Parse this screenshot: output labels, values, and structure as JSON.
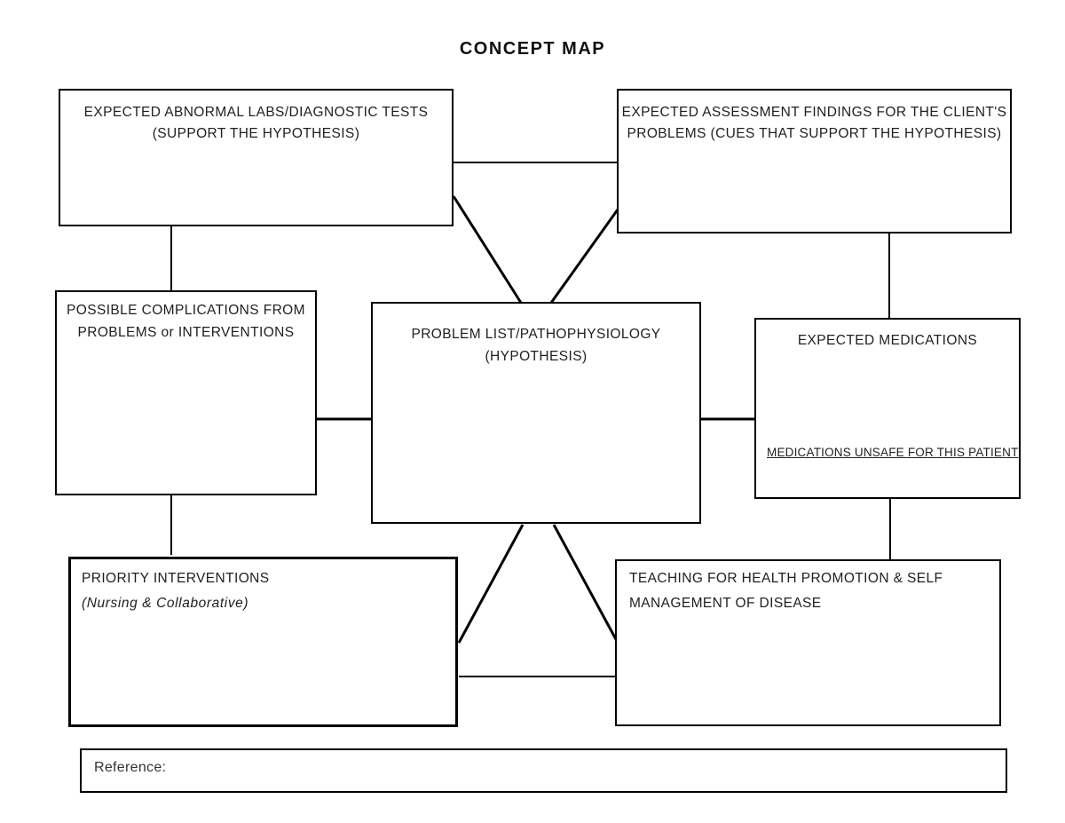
{
  "title": "CONCEPT MAP",
  "boxes": {
    "expected_labs": {
      "line1": "EXPECTED ABNORMAL LABS/DIAGNOSTIC TESTS",
      "line2": "(SUPPORT THE HYPOTHESIS)"
    },
    "assessment_findings": {
      "line1": "EXPECTED ASSESSMENT FINDINGS FOR THE CLIENT'S",
      "line2": "PROBLEMS (CUES THAT SUPPORT THE HYPOTHESIS)"
    },
    "complications": {
      "line1": "POSSIBLE COMPLICATIONS FROM",
      "line2": "PROBLEMS or INTERVENTIONS"
    },
    "problem_list": {
      "line1": "PROBLEM LIST/PATHOPHYSIOLOGY",
      "line2": "(HYPOTHESIS)"
    },
    "medications": {
      "title": "EXPECTED MEDICATIONS",
      "unsafe_label": "MEDICATIONS UNSAFE FOR THIS PATIENT"
    },
    "interventions": {
      "line1": "PRIORITY INTERVENTIONS",
      "line2": "(Nursing & Collaborative)"
    },
    "teaching": {
      "line1": "TEACHING FOR HEALTH PROMOTION & SELF",
      "line2": "MANAGEMENT OF DISEASE"
    },
    "reference": {
      "label": "Reference:"
    }
  },
  "colors": {
    "line": "#000000",
    "text": "#1a1a1a",
    "background": "#ffffff"
  }
}
